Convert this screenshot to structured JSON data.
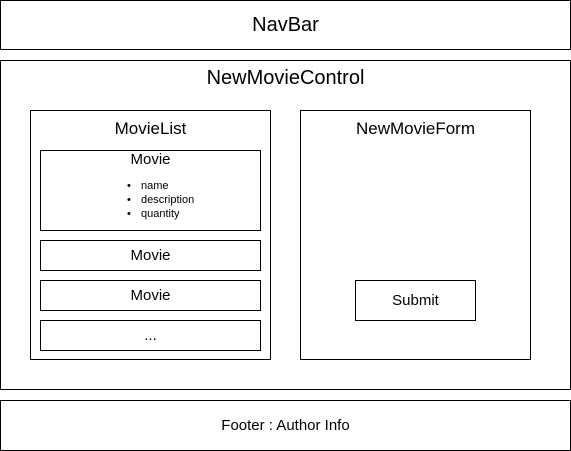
{
  "navbar": {
    "label": "NavBar"
  },
  "control": {
    "title": "NewMovieControl",
    "movie_list": {
      "title": "MovieList",
      "items": [
        {
          "label": "Movie",
          "properties": [
            "name",
            "description",
            "quantity"
          ]
        },
        {
          "label": "Movie"
        },
        {
          "label": "Movie"
        },
        {
          "label": "..."
        }
      ]
    },
    "form": {
      "title": "NewMovieForm",
      "submit_label": "Submit"
    }
  },
  "footer": {
    "label": "Footer : Author Info"
  }
}
